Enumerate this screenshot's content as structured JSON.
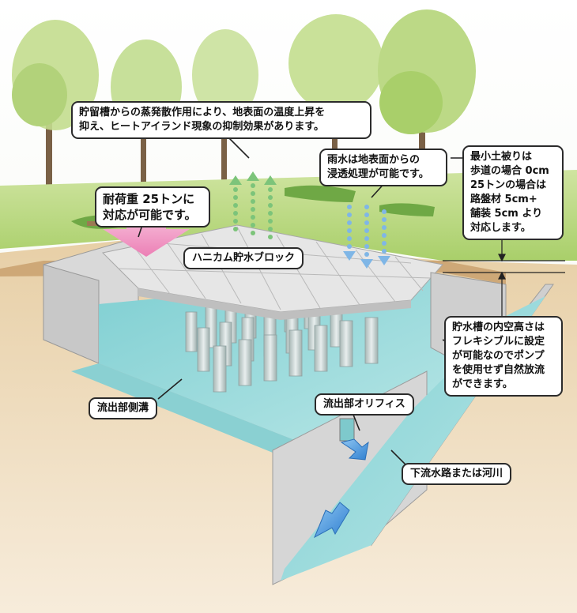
{
  "callouts": {
    "evaporation": [
      "貯留槽からの蒸発散作用により、地表面の温度上昇を",
      "抑え、ヒートアイランド現象の抑制効果があります。"
    ],
    "infiltration": [
      "雨水は地表面からの",
      "浸透処理が可能です。"
    ],
    "load": [
      "耐荷重 25トンに",
      "対応が可能です。"
    ],
    "cover": [
      "最小土被りは",
      "歩道の場合 0cm",
      "25トンの場合は",
      "路盤材 5cm+",
      "舗装 5cm より",
      "対応します。"
    ],
    "block_label": "ハニカム貯水ブロック",
    "tank_height": [
      "貯水槽の内空高さは",
      "フレキシブルに設定",
      "が可能なのでポンプ",
      "を使用せず自然放流",
      "ができます。"
    ],
    "side_ditch": "流出部側溝",
    "orifice": "流出部オリフィス",
    "downstream": "下流水路または河川"
  },
  "colors": {
    "grass": "#a9cf6a",
    "soil": "#d9b98a",
    "water": "#8fd3d6",
    "deck": "#e4e4e4",
    "wall": "#dcdcdc",
    "load_arrow": "#f29ac4",
    "evap_dots": "#7cc47a",
    "rain_dots": "#7fb6e6",
    "flow_arrow": "#3a8fd8"
  },
  "icons": [
    "load-arrow-icon",
    "evaporation-arrow-icon",
    "rain-arrow-icon",
    "outflow-arrow-icon"
  ]
}
